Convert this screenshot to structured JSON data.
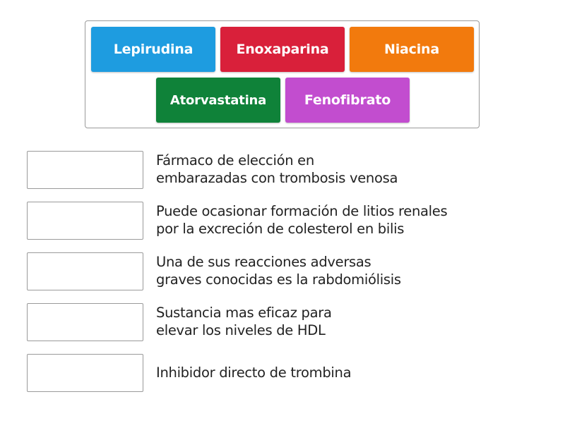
{
  "tiles": [
    {
      "label": "Lepirudina",
      "color": "#1e9ce0"
    },
    {
      "label": "Enoxaparina",
      "color": "#d9203a"
    },
    {
      "label": "Niacina",
      "color": "#f27a0d"
    },
    {
      "label": "Atorvastatina",
      "color": "#0f8239"
    },
    {
      "label": "Fenofibrato",
      "color": "#c24dcf"
    }
  ],
  "rows": [
    {
      "line1": "Fármaco de elección en",
      "line2": "embarazadas con trombosis venosa"
    },
    {
      "line1": "Puede ocasionar formación de litios renales",
      "line2": "por la excreción de colesterol en bilis"
    },
    {
      "line1": "Una de sus reacciones adversas",
      "line2": "graves conocidas es la rabdomiólisis"
    },
    {
      "line1": "Sustancia mas eficaz para",
      "line2": "elevar los niveles de HDL"
    },
    {
      "line1": "Inhibidor directo de trombina",
      "line2": ""
    }
  ]
}
